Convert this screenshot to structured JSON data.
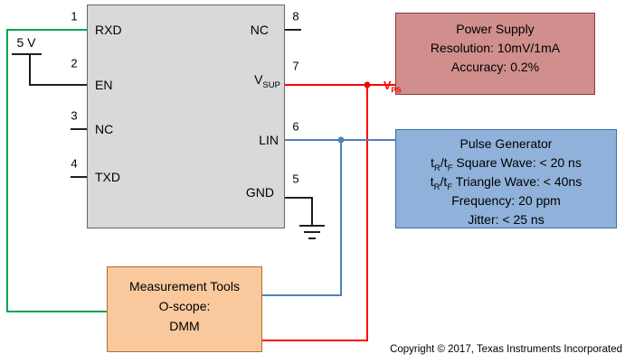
{
  "supply": {
    "label": "5 V"
  },
  "ic": {
    "pins": {
      "p1": {
        "number": "1",
        "label": "RXD"
      },
      "p2": {
        "number": "2",
        "label": "EN"
      },
      "p3": {
        "number": "3",
        "label": "NC"
      },
      "p4": {
        "number": "4",
        "label": "TXD"
      },
      "p5": {
        "number": "5",
        "label": "GND"
      },
      "p6": {
        "number": "6",
        "label": "LIN"
      },
      "p7": {
        "number": "7",
        "base": "V",
        "sub": "SUP"
      },
      "p8": {
        "number": "8",
        "label": "NC"
      }
    }
  },
  "node_vps": {
    "base": "V",
    "sub": "PS"
  },
  "power_supply": {
    "title": "Power Supply",
    "resolution": "Resolution: 10mV/1mA",
    "accuracy": "Accuracy: 0.2%"
  },
  "pulse_generator": {
    "title": "Pulse Generator",
    "rf": {
      "t1": "t",
      "s1": "R",
      "t2": "/t",
      "s2": "F"
    },
    "square": " Square Wave: < 20 ns",
    "triangle": " Triangle Wave: < 40ns",
    "frequency": "Frequency: 20 ppm",
    "jitter": "Jitter: < 25 ns"
  },
  "measurement": {
    "title": "Measurement Tools",
    "oscope": "O-scope:",
    "dmm": "DMM"
  },
  "copyright": "Copyright © 2017, Texas Instruments Incorporated",
  "colors": {
    "wire_green": "#00a550",
    "wire_red": "#ff0000",
    "wire_blue": "#4f81bd",
    "ic_fill": "#d9d9d9",
    "ic_border": "#666666",
    "power_supply_fill": "#d08f8d",
    "power_supply_border": "#8c3836",
    "pulse_generator_fill": "#90b2da",
    "pulse_generator_border": "#3c6ea5",
    "measurement_fill": "#f9c89c",
    "measurement_border": "#b06d2e"
  }
}
